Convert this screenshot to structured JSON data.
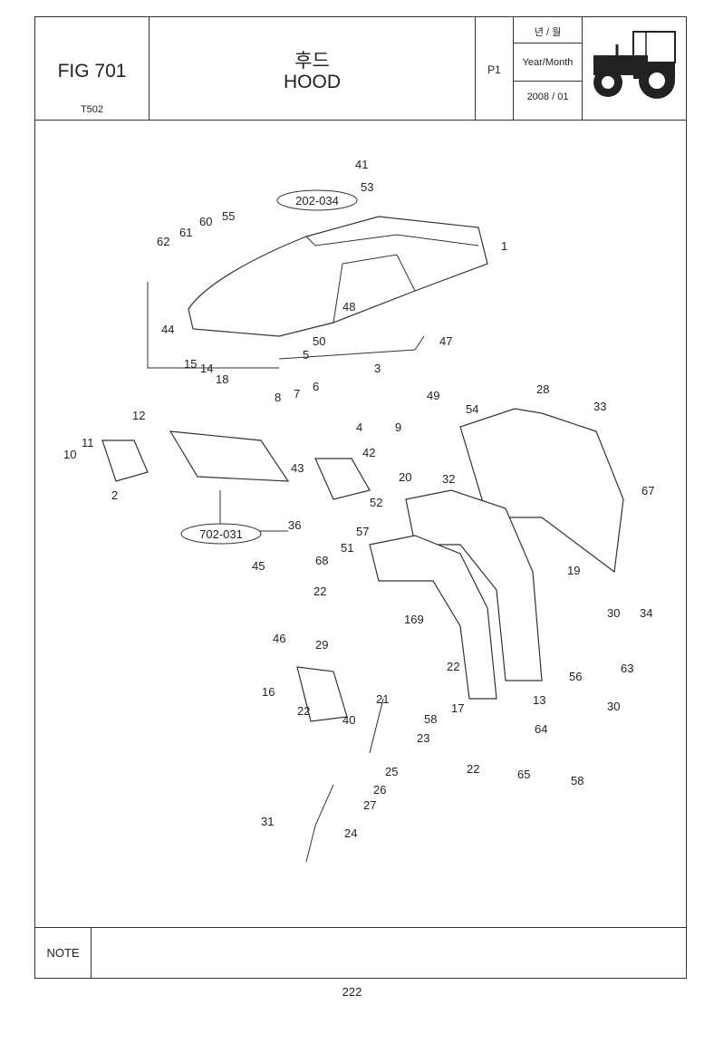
{
  "header": {
    "fig_no": "FIG 701",
    "model": "T502",
    "title_kr": "후드",
    "title_en": "HOOD",
    "page_label": "P1",
    "date_label_kr": "년 / 월",
    "date_label_en": "Year/Month",
    "date_value": "2008 / 01",
    "thumbnail": "tractor-icon"
  },
  "callouts": {
    "ref1": "202-034",
    "ref2": "702-031"
  },
  "parts": [
    "41",
    "53",
    "1",
    "62",
    "61",
    "60",
    "55",
    "44",
    "50",
    "48",
    "47",
    "5",
    "3",
    "49",
    "15",
    "14",
    "18",
    "12",
    "8",
    "7",
    "6",
    "4",
    "9",
    "11",
    "10",
    "2",
    "43",
    "42",
    "28",
    "33",
    "54",
    "20",
    "32",
    "67",
    "52",
    "57",
    "36",
    "51",
    "45",
    "68",
    "22",
    "169",
    "19",
    "30",
    "34",
    "46",
    "29",
    "16",
    "21",
    "40",
    "58",
    "17",
    "13",
    "56",
    "63",
    "64",
    "65",
    "23",
    "25",
    "26",
    "27",
    "31",
    "24"
  ],
  "note": {
    "label": "NOTE",
    "text": ""
  },
  "footer": {
    "page_number": "222"
  }
}
